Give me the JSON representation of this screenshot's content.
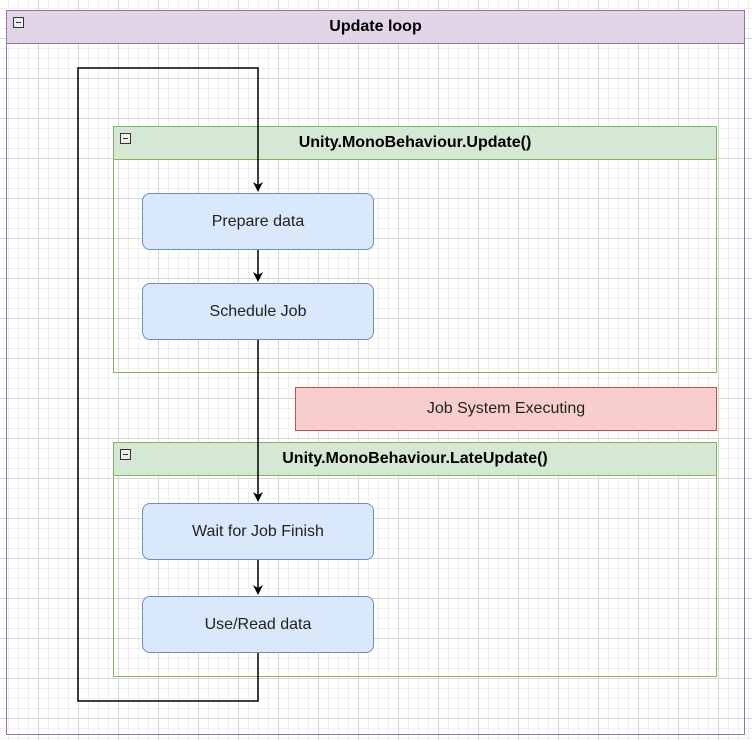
{
  "loop": {
    "title": "Update loop"
  },
  "lanes": {
    "update": {
      "title": "Unity.MonoBehaviour.Update()"
    },
    "late_update": {
      "title": "Unity.MonoBehaviour.LateUpdate()"
    }
  },
  "nodes": {
    "prepare": "Prepare data",
    "schedule": "Schedule Job",
    "wait": "Wait for Job Finish",
    "use": "Use/Read data",
    "job_system": "Job System Executing"
  },
  "colors": {
    "loop_fill": "#e1d5e7",
    "loop_stroke": "#9673a6",
    "lane_fill": "#d5e8d4",
    "lane_stroke": "#82b366",
    "node_fill": "#dae8fc",
    "node_stroke": "#6c8ebf",
    "job_fill": "#f8cecc",
    "job_stroke": "#b85450"
  }
}
